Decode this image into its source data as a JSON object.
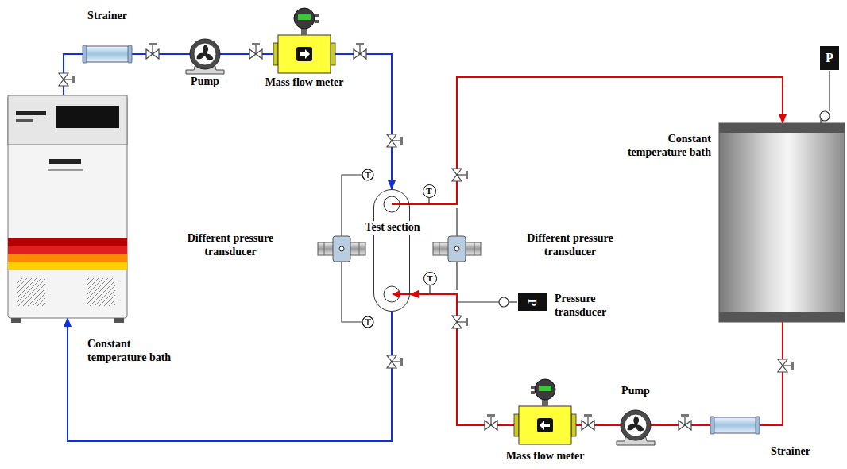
{
  "diagram": {
    "nodes": [
      {
        "text": [
          "Constant temperature bath"
        ]
      },
      {
        "text": [
          "Test section"
        ]
      },
      {
        "text": [
          "T"
        ]
      },
      {
        "text": [
          "T"
        ]
      },
      {
        "text": [
          "Constant temperature bath"
        ]
      },
      {
        "text": [
          "P"
        ]
      },
      {
        "text": [
          "P"
        ]
      }
    ],
    "edges": [
      {
        "from": 0,
        "to": 1,
        "arrow": "to"
      },
      {
        "from": 1,
        "to": 0,
        "arrow": "to"
      },
      {
        "from": 1,
        "to": 4,
        "arrow": "to"
      },
      {
        "from": 4,
        "to": 1,
        "arrow": "to"
      }
    ],
    "labels": [
      "Strainer",
      "Pump",
      "Mass flow meter",
      "Different pressure transducer",
      "Different pressure transducer",
      "Pressure transducer",
      "Pump",
      "Mass flow meter",
      "Strainer"
    ]
  }
}
